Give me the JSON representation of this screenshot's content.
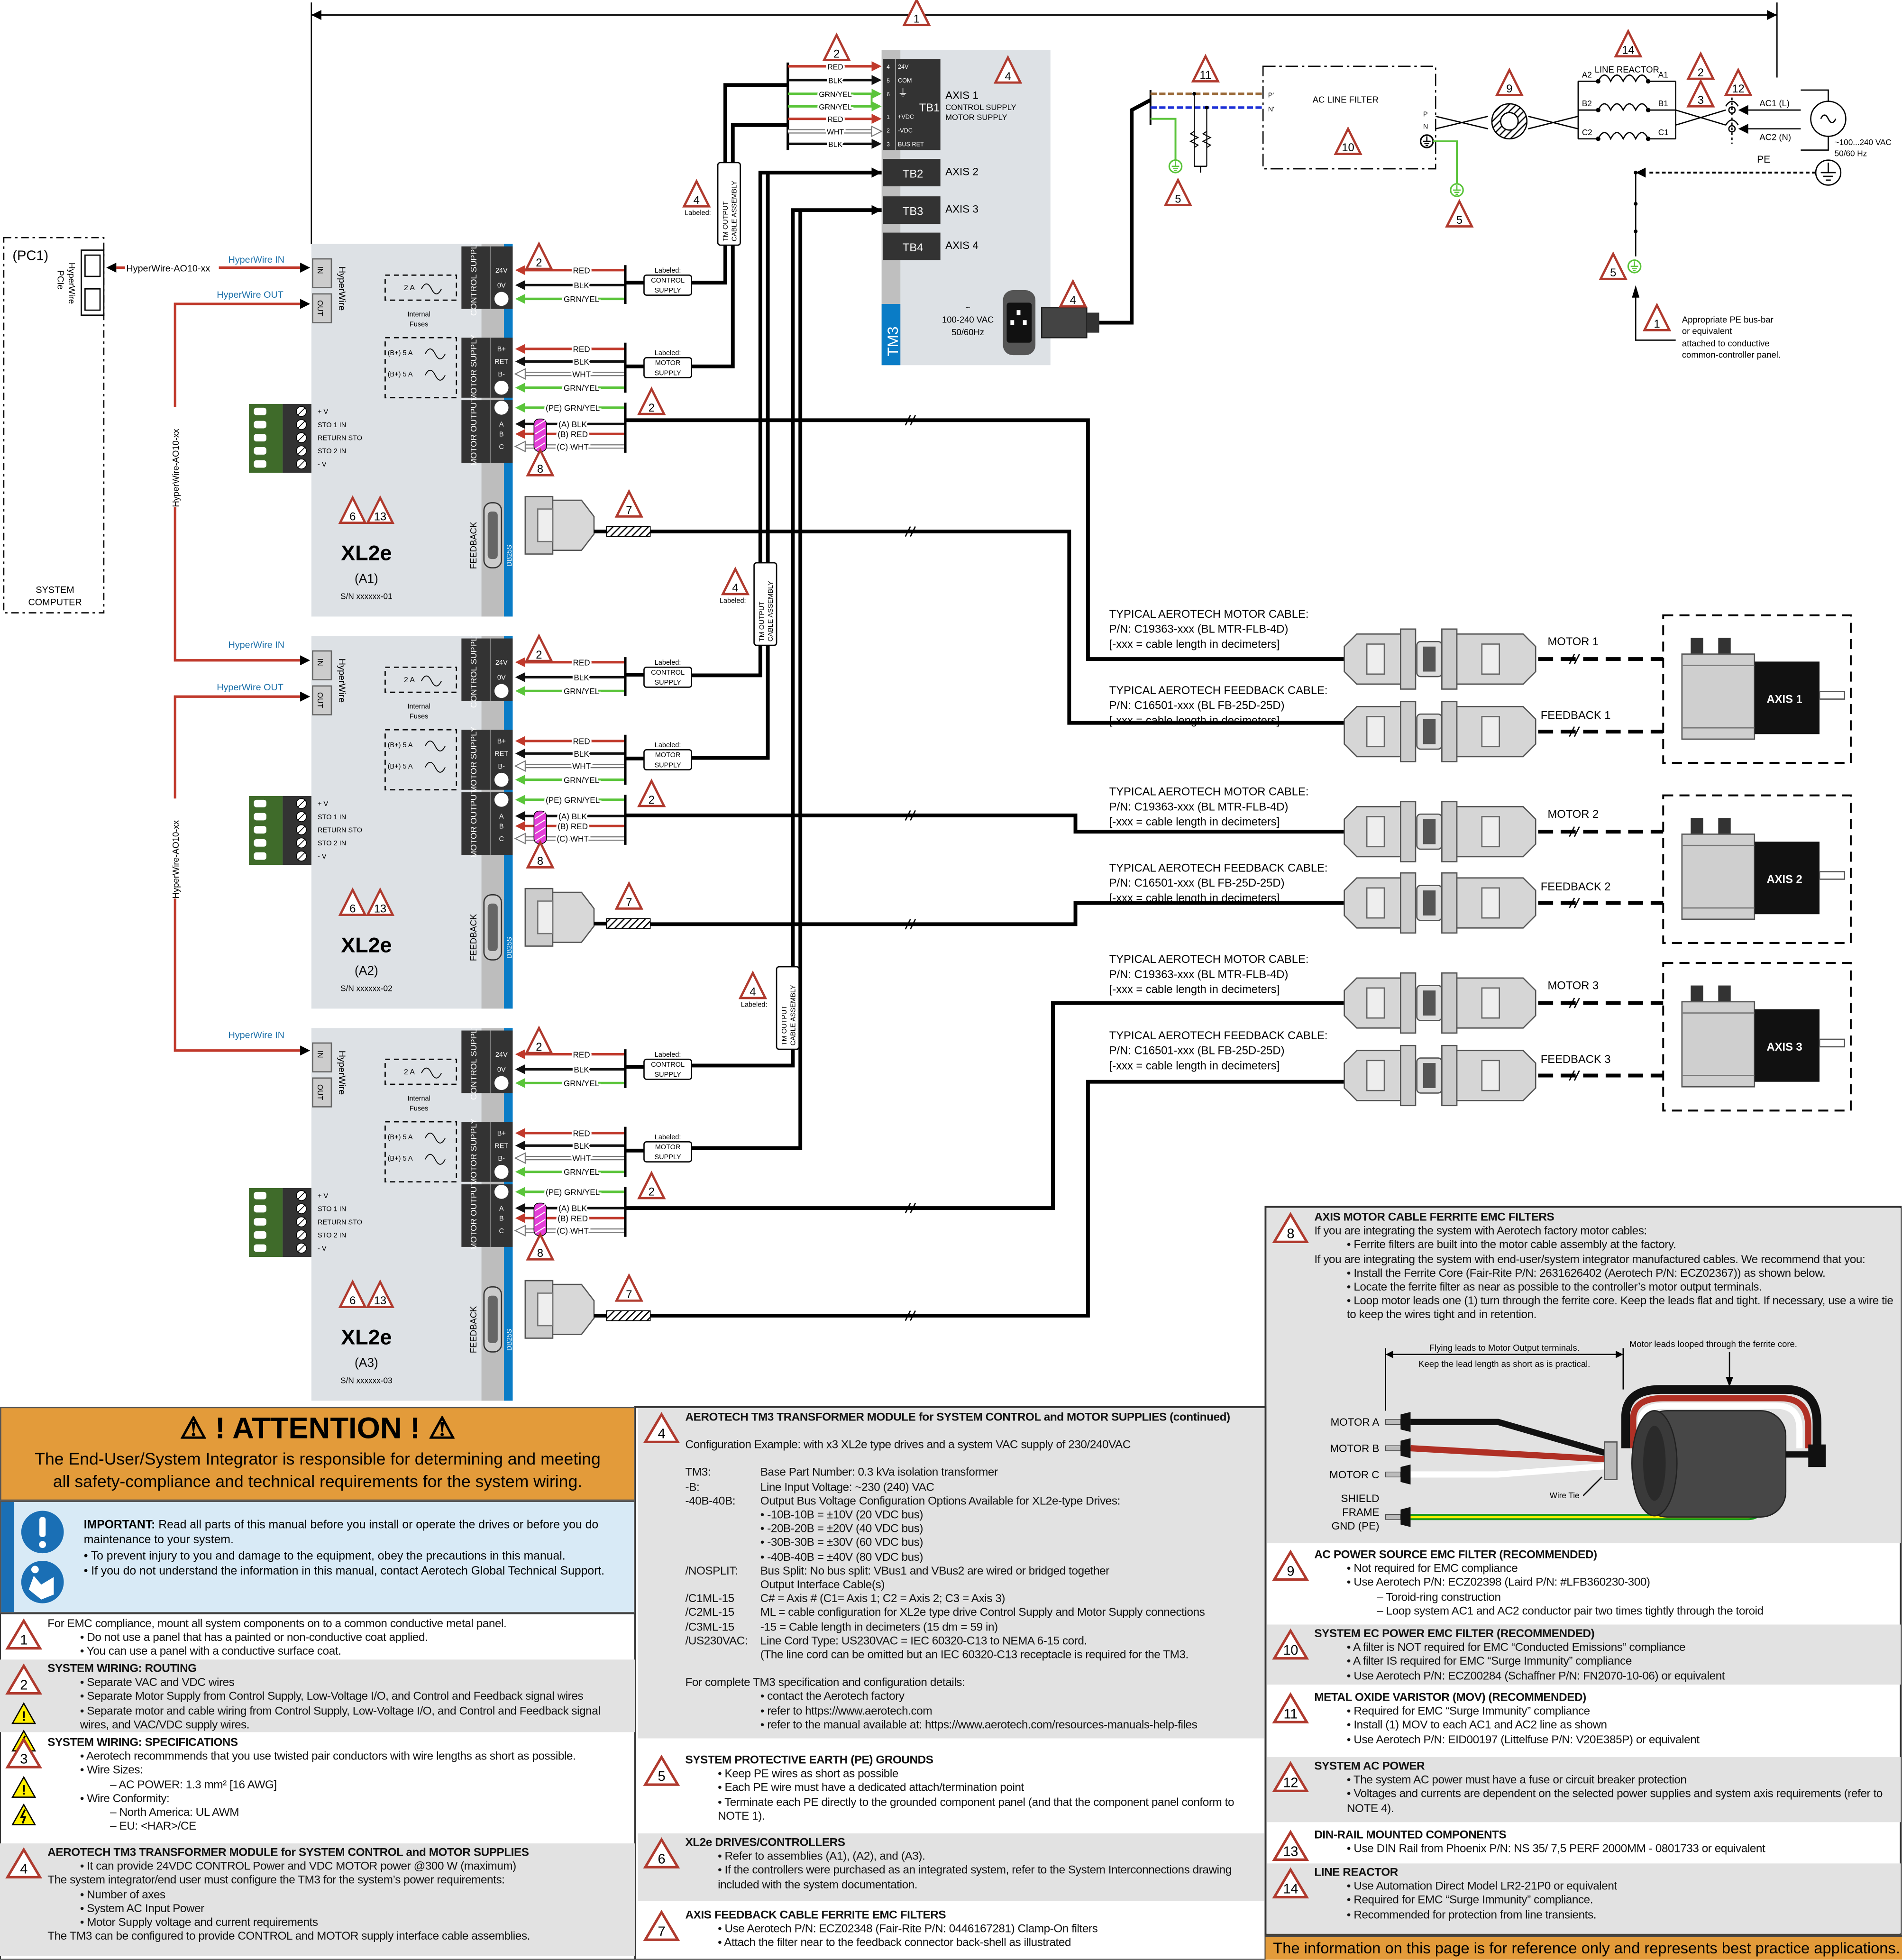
{
  "refs": {
    "n1": "1",
    "n2": "2",
    "n3": "3",
    "n4": "4",
    "n5": "5",
    "n6": "6",
    "n7": "7",
    "n8": "8",
    "n9": "9",
    "n10": "10",
    "n11": "11",
    "n12": "12",
    "n13": "13",
    "n14": "14"
  },
  "system_computer": {
    "id": "(PC1)",
    "card": "HyperWire",
    "card2": "PCIe",
    "label_line1": "SYSTEM",
    "label_line2": "COMPUTER",
    "cable": "HyperWire-AO10-xx"
  },
  "hyperwire": {
    "in": "HyperWire IN",
    "out": "HyperWire OUT",
    "cable_vertical": "HyperWire-AO10-xx",
    "port_in": "IN",
    "port_out": "OUT",
    "title": "HyperWire"
  },
  "drive_labels": {
    "control_supply": "CONTROL SUPPLY",
    "motor_supply": "MOTOR SUPPLY",
    "motor_output": "MOTOR OUTPUT",
    "feedback": "FEEDBACK",
    "db25": "DB25S",
    "v24": "24V",
    "v0": "0V",
    "bplus": "B+",
    "ret": "RET",
    "bminus": "B-",
    "pa": "A",
    "pb": "B",
    "pc": "C",
    "fuse_2a": "2 A",
    "fuse_5a": "(B+) 5 A",
    "internal": "Internal",
    "fuses": "Fuses",
    "sto": [
      "+ V",
      "STO 1 IN",
      "RETURN STO",
      "STO 2 IN",
      "- V"
    ],
    "w_red": "RED",
    "w_blk": "BLK",
    "w_grnyel": "GRN/YEL",
    "w_wht": "WHT",
    "m_pe": "(PE) GRN/YEL",
    "m_a": "(A) BLK",
    "m_b": "(B) RED",
    "m_c": "(C) WHT",
    "labeled": "Labeled:",
    "lbl_control": [
      "CONTROL",
      "SUPPLY"
    ],
    "lbl_motor": [
      "MOTOR",
      "SUPPLY"
    ],
    "cable_assembly": [
      "TM OUTPUT",
      "CABLE ASSEMBLY"
    ]
  },
  "drives": [
    {
      "model": "XL2e",
      "id": "(A1)",
      "sn": "S/N xxxxxx-01"
    },
    {
      "model": "XL2e",
      "id": "(A2)",
      "sn": "S/N xxxxxx-02"
    },
    {
      "model": "XL2e",
      "id": "(A3)",
      "sn": "S/N xxxxxx-03"
    }
  ],
  "tm3": {
    "name": "TM3",
    "tb1": "TB1",
    "tb2": "TB2",
    "tb3": "TB3",
    "tb4": "TB4",
    "tb1_pins": [
      {
        "n": "4",
        "l": "24V"
      },
      {
        "n": "5",
        "l": "COM"
      },
      {
        "n": "6",
        "l": "⏚"
      },
      {
        "n": "1",
        "l": "+VDC"
      },
      {
        "n": "2",
        "l": "-VDC"
      },
      {
        "n": "3",
        "l": "BUS RET"
      }
    ],
    "tb1_wires": [
      "RED",
      "BLK",
      "GRN/YEL",
      "GRN/YEL",
      "RED",
      "WHT",
      "BLK"
    ],
    "axis1": "AXIS 1",
    "control_supply": "CONTROL SUPPLY",
    "motor_supply": "MOTOR SUPPLY",
    "axis2": "AXIS 2",
    "axis3": "AXIS 3",
    "axis4": "AXIS 4",
    "ac_tilde": "~",
    "ac_in": "100-240 VAC",
    "ac_freq": "50/60Hz"
  },
  "cables": {
    "motor": [
      "TYPICAL AEROTECH MOTOR CABLE:",
      "P/N: C19363-xxx (BL MTR-FLB-4D)",
      "[-xxx = cable length in decimeters]"
    ],
    "feedback": [
      "TYPICAL AEROTECH FEEDBACK CABLE:",
      "P/N: C16501-xxx (BL FB-25D-25D)",
      "[-xxx = cable length in decimeters]"
    ]
  },
  "axes": [
    {
      "motor_label": "MOTOR 1",
      "feedback_label": "FEEDBACK 1",
      "name": "AXIS 1"
    },
    {
      "motor_label": "MOTOR 2",
      "feedback_label": "FEEDBACK 2",
      "name": "AXIS 2"
    },
    {
      "motor_label": "MOTOR 3",
      "feedback_label": "FEEDBACK 3",
      "name": "AXIS 3"
    }
  ],
  "ac": {
    "p_prime": "P'",
    "n_prime": "N'",
    "filter": "AC LINE FILTER",
    "p": "P",
    "n": "N",
    "reactor": "LINE REACTOR",
    "a2": "A2",
    "a1": "A1",
    "b2": "B2",
    "b1": "B1",
    "c2": "C2",
    "c1": "C1",
    "ac1": "AC1 (L)",
    "ac2": "AC2 (N)",
    "source": "~100...240 VAC",
    "source_freq": "50/60 Hz",
    "pe": "PE",
    "pe_note": [
      "Appropriate PE bus-bar",
      "or equivalent",
      "attached to conductive",
      "common-controller panel."
    ]
  },
  "attention": {
    "title": "! ATTENTION !",
    "text1": "The End-User/System Integrator is responsible for determining and meeting",
    "text2": "all safety-compliance and technical requirements for the system wiring.",
    "important_label": "IMPORTANT:",
    "important": " Read all parts of this manual before you install or operate the drives or before you do maintenance to your system.",
    "b1": "• To prevent injury to you and damage to the equipment, obey the precautions in this manual.",
    "b2": "• If you do not understand the information in this manual, contact Aerotech Global Technical Support."
  },
  "notes_left": [
    {
      "ref": "n1",
      "title": "",
      "lines": [
        {
          "t": "For EMC compliance, mount all system components on to a common conductive metal panel.",
          "level": 0
        },
        {
          "t": "• Do not use a panel that has a painted or non-conductive coat applied.",
          "level": 1
        },
        {
          "t": "• You can use a panel with a conductive surface coat.",
          "level": 1
        }
      ]
    },
    {
      "ref": "n2",
      "title": "SYSTEM WIRING: ROUTING",
      "lines": [
        {
          "t": "• Separate VAC and VDC wires",
          "level": 1
        },
        {
          "t": "• Separate Motor Supply from Control Supply, Low-Voltage I/O, and Control and Feedback signal wires",
          "level": 1
        },
        {
          "t": "• Separate motor and cable wiring from Control Supply, Low-Voltage I/O, and Control and Feedback signal wires, and VAC/VDC supply wires.",
          "level": 1
        }
      ]
    },
    {
      "ref": "n3",
      "title": "SYSTEM WIRING: SPECIFICATIONS",
      "lines": [
        {
          "t": "• Aerotech recommmends that you use twisted pair conductors with wire lengths as short as possible.",
          "level": 1
        },
        {
          "t": "• Wire Sizes:",
          "level": 1
        },
        {
          "t": "– AC POWER: 1.3 mm² [16 AWG]",
          "level": 2
        },
        {
          "t": "• Wire Conformity:",
          "level": 1
        },
        {
          "t": "– North America: UL AWM",
          "level": 2
        },
        {
          "t": "– EU: <HAR>/CE",
          "level": 2
        }
      ]
    },
    {
      "ref": "n4",
      "title": "AEROTECH TM3 TRANSFORMER MODULE for SYSTEM CONTROL and MOTOR SUPPLIES",
      "lines": [
        {
          "t": "• It can provide 24VDC CONTROL Power and VDC MOTOR power @300 W (maximum)",
          "level": 1
        },
        {
          "t": "The system integrator/end user must configure the TM3 for the system’s power requirements:",
          "level": 0
        },
        {
          "t": "• Number of axes",
          "level": 1
        },
        {
          "t": "• System AC Input Power",
          "level": 1
        },
        {
          "t": "• Motor Supply voltage and current requirements",
          "level": 1
        },
        {
          "t": "The TM3 can be configured to provide CONTROL and MOTOR supply interface cable assemblies.",
          "level": 0
        }
      ]
    }
  ],
  "notes_mid": [
    {
      "ref": "n4",
      "title": "AEROTECH TM3 TRANSFORMER MODULE for SYSTEM CONTROL and MOTOR SUPPLIES (continued)",
      "lines": [
        {
          "t": "",
          "level": 0
        },
        {
          "t": "Configuration Example: with x3 XL2e type drives and a system VAC supply of 230/240VAC",
          "level": 0
        },
        {
          "t": "",
          "level": 0
        },
        {
          "k": "TM3:",
          "v": "Base Part Number: 0.3 kVa isolation transformer"
        },
        {
          "k": "-B:",
          "v": "Line Input Voltage: ~230 (240) VAC"
        },
        {
          "k": "-40B-40B:",
          "v": "Output Bus Voltage Configuration Options Available for XL2e-type Drives:"
        },
        {
          "k": "",
          "v": "• -10B-10B = ±10V (20 VDC bus)"
        },
        {
          "k": "",
          "v": "• -20B-20B = ±20V (40 VDC bus)"
        },
        {
          "k": "",
          "v": "• -30B-30B = ±30V (60 VDC bus)"
        },
        {
          "k": "",
          "v": "• -40B-40B = ±40V (80 VDC bus)"
        },
        {
          "k": "/NOSPLIT:",
          "v": "Bus Split: No bus split: VBus1 and VBus2 are wired or bridged together"
        },
        {
          "k": "",
          "v": "Output Interface Cable(s)"
        },
        {
          "k": "/C1ML-15",
          "v": "C# = Axis # (C1= Axis 1; C2 = Axis 2; C3 = Axis 3)"
        },
        {
          "k": "/C2ML-15",
          "v": "ML = cable configuration for XL2e type drive Control Supply and Motor Supply connections"
        },
        {
          "k": "/C3ML-15",
          "v": "-15 = Cable length in decimeters (15 dm = 59 in)"
        },
        {
          "k": "/US230VAC:",
          "v": "Line Cord Type: US230VAC = IEC 60320-C13 to NEMA 6-15 cord."
        },
        {
          "k": "",
          "v": "(The line cord can be omitted but an IEC 60320-C13 receptacle is required for the TM3."
        },
        {
          "t": "",
          "level": 0
        },
        {
          "t": "For complete TM3 specification and configuration details:",
          "level": 0
        },
        {
          "k": "",
          "v": "• contact the Aerotech factory"
        },
        {
          "k": "",
          "v": "• refer to https://www.aerotech.com"
        },
        {
          "k": "",
          "v": "• refer to the manual available at: https://www.aerotech.com/resources-manuals-help-files"
        }
      ]
    },
    {
      "ref": "n5",
      "title": "SYSTEM PROTECTIVE EARTH (PE) GROUNDS",
      "lines": [
        {
          "t": "• Keep PE wires as short as possible",
          "level": 1
        },
        {
          "t": "• Each PE wire must have a dedicated attach/termination point",
          "level": 1
        },
        {
          "t": "• Terminate each PE directly to the grounded component panel (and that the component panel conform to NOTE 1).",
          "level": 1
        }
      ]
    },
    {
      "ref": "n6",
      "title": "XL2e DRIVES/CONTROLLERS",
      "lines": [
        {
          "t": "• Refer to assemblies (A1), (A2), and (A3).",
          "level": 1
        },
        {
          "t": "• If the controllers were purchased as an integrated system, refer to the System Interconnections drawing included with the system documentation.",
          "level": 1
        }
      ]
    },
    {
      "ref": "n7",
      "title": "AXIS FEEDBACK CABLE FERRITE EMC FILTERS",
      "lines": [
        {
          "t": "• Use Aerotech P/N: ECZ02348 (Fair-Rite P/N: 0446167281) Clamp-On filters",
          "level": 1
        },
        {
          "t": "• Attach the filter near to the feedback connector back-shell as illustrated",
          "level": 1
        }
      ]
    }
  ],
  "notes_right": [
    {
      "ref": "n8",
      "title": "AXIS MOTOR CABLE FERRITE EMC FILTERS",
      "lines": [
        {
          "t": "If you are integrating the system with Aerotech factory motor cables:",
          "level": 0
        },
        {
          "t": "• Ferrite filters are built into the motor cable assembly at the factory.",
          "level": 1
        },
        {
          "t": "If you are integrating the system with end-user/system integrator manufactured cables. We recommend that you:",
          "level": 0
        },
        {
          "t": "• Install the Ferrite Core (Fair-Rite P/N: 2631626402 (Aerotech P/N: ECZ02367)) as shown below.",
          "level": 1
        },
        {
          "t": "• Locate the ferrite filter as near as possible to the controller’s motor output terminals.",
          "level": 1
        },
        {
          "t": "• Loop motor leads one (1) turn through the ferrite core. Keep the leads flat and tight. If necessary, use a wire tie to keep the wires tight and in retention.",
          "level": 1
        }
      ]
    },
    {
      "ref": "n9",
      "title": "AC POWER SOURCE EMC FILTER (RECOMMENDED)",
      "lines": [
        {
          "t": "• Not required for EMC compliance",
          "level": 1
        },
        {
          "t": "• Use Aerotech P/N: ECZ02398 (Laird P/N: #LFB360230-300)",
          "level": 1
        },
        {
          "t": "– Toroid-ring construction",
          "level": 2
        },
        {
          "t": "– Loop system AC1 and AC2 conductor pair two times tightly through the toroid",
          "level": 2
        }
      ]
    },
    {
      "ref": "n10",
      "title": "SYSTEM EC POWER EMC FILTER (RECOMMENDED)",
      "lines": [
        {
          "t": "• A filter is NOT required for EMC “Conducted Emissions” compliance",
          "level": 1
        },
        {
          "t": "• A filter IS required for EMC “Surge Immunity” compliance",
          "level": 1
        },
        {
          "t": "• Use Aerotech P/N: ECZ00284 (Schaffner P/N: FN2070-10-06) or equivalent",
          "level": 1
        }
      ]
    },
    {
      "ref": "n11",
      "title": "METAL OXIDE VARISTOR (MOV) (RECOMMENDED)",
      "lines": [
        {
          "t": "• Required for EMC “Surge Immunity” compliance",
          "level": 1
        },
        {
          "t": "• Install (1) MOV to each AC1 and AC2 line as shown",
          "level": 1
        },
        {
          "t": "• Use Aerotech P/N: EID00197 (Littelfuse P/N: V20E385P) or equivalent",
          "level": 1
        }
      ]
    },
    {
      "ref": "n12",
      "title": "SYSTEM AC POWER",
      "lines": [
        {
          "t": "• The system AC power must have a fuse or circuit breaker protection",
          "level": 1
        },
        {
          "t": "• Voltages and currents are dependent on the selected power supplies and system axis requirements (refer to NOTE 4).",
          "level": 1
        }
      ]
    },
    {
      "ref": "n13",
      "title": "DIN-RAIL MOUNTED COMPONENTS",
      "lines": [
        {
          "t": "• Use DIN Rail from Phoenix P/N: NS 35/ 7,5 PERF 2000MM - 0801733 or equivalent",
          "level": 1
        }
      ]
    },
    {
      "ref": "n14",
      "title": "LINE REACTOR",
      "lines": [
        {
          "t": "• Use Automation Direct Model LR2-21P0 or equivalent",
          "level": 1
        },
        {
          "t": "• Required for EMC “Surge Immunity” compliance.",
          "level": 1
        },
        {
          "t": "• Recommended for protection from line transients.",
          "level": 1
        }
      ]
    }
  ],
  "ferrite": {
    "flying": "Flying leads to Motor Output terminals.",
    "keep": "Keep the lead length as short as is practical.",
    "looped": "Motor leads looped through the ferrite core.",
    "wire_tie": "Wire Tie",
    "motor_a": "MOTOR A",
    "motor_b": "MOTOR B",
    "motor_c": "MOTOR C",
    "shield": [
      "SHIELD",
      "FRAME",
      "GND (PE)"
    ]
  },
  "footer": "The information on this page is for reference only and represents best practice applications.",
  "colors": {
    "red": "#c0392b",
    "green": "#5ac43a",
    "blue": "#0a7cc6",
    "orange": "#e39b3a",
    "callout": "#b03a2e"
  }
}
